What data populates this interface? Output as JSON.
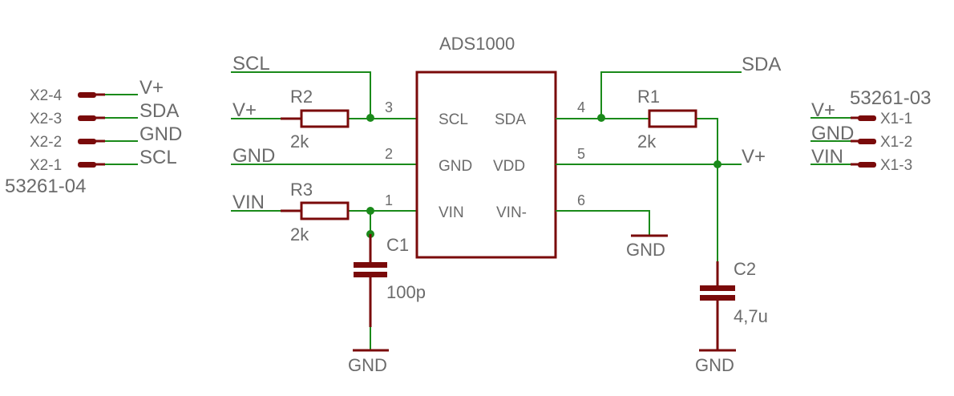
{
  "chip": {
    "name": "ADS1000",
    "left_pins": [
      {
        "num": "3",
        "label": "SCL"
      },
      {
        "num": "2",
        "label": "GND"
      },
      {
        "num": "1",
        "label": "VIN"
      }
    ],
    "right_pins": [
      {
        "num": "4",
        "label": "SDA"
      },
      {
        "num": "5",
        "label": "VDD"
      },
      {
        "num": "6",
        "label": "VIN-"
      }
    ]
  },
  "resistors": {
    "r1": {
      "name": "R1",
      "value": "2k"
    },
    "r2": {
      "name": "R2",
      "value": "2k"
    },
    "r3": {
      "name": "R3",
      "value": "2k"
    }
  },
  "capacitors": {
    "c1": {
      "name": "C1",
      "value": "100p"
    },
    "c2": {
      "name": "C2",
      "value": "4,7u"
    }
  },
  "nets": {
    "scl": "SCL",
    "sda": "SDA",
    "vplus": "V+",
    "gnd": "GND",
    "vin": "VIN"
  },
  "connector_left": {
    "name": "53261-04",
    "pins": [
      {
        "pin": "X2-4",
        "net": "V+"
      },
      {
        "pin": "X2-3",
        "net": "SDA"
      },
      {
        "pin": "X2-2",
        "net": "GND"
      },
      {
        "pin": "X2-1",
        "net": "SCL"
      }
    ]
  },
  "connector_right": {
    "name": "53261-03",
    "pins": [
      {
        "pin": "X1-1",
        "net": "V+"
      },
      {
        "pin": "X1-2",
        "net": "GND"
      },
      {
        "pin": "X1-3",
        "net": "VIN"
      }
    ]
  },
  "gnd_symbols": [
    "GND",
    "GND",
    "GND"
  ]
}
